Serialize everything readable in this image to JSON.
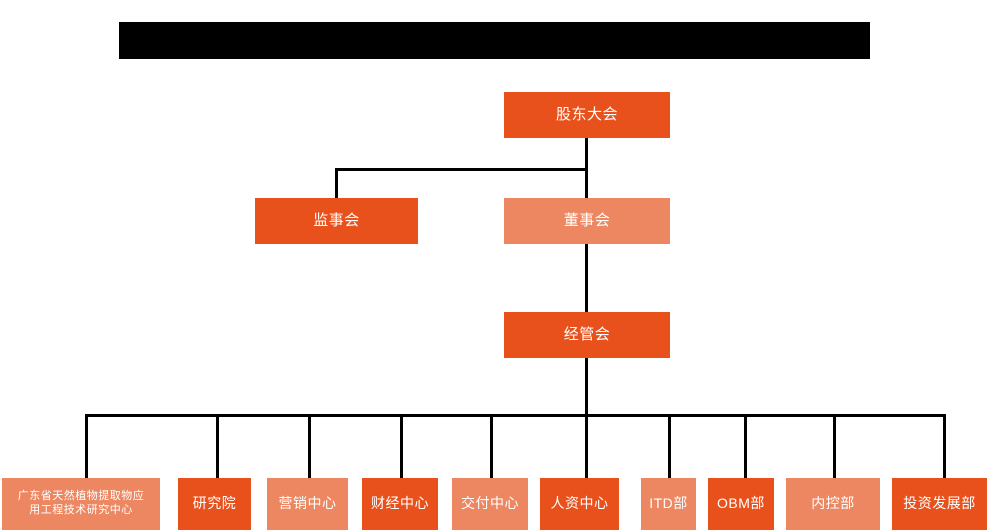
{
  "chart_data": {
    "type": "diagram",
    "title": "",
    "nodes": [
      {
        "id": "shareholders",
        "label": "股东大会",
        "level": 1,
        "style": "dark"
      },
      {
        "id": "supervisors",
        "label": "监事会",
        "level": 2,
        "style": "dark"
      },
      {
        "id": "directors",
        "label": "董事会",
        "level": 2,
        "style": "light"
      },
      {
        "id": "management",
        "label": "经管会",
        "level": 3,
        "style": "dark"
      },
      {
        "id": "dept-1",
        "label": "广东省天然植物提取物应用工程技术研究中心",
        "level": 4,
        "style": "light"
      },
      {
        "id": "dept-2",
        "label": "研究院",
        "level": 4,
        "style": "dark"
      },
      {
        "id": "dept-3",
        "label": "营销中心",
        "level": 4,
        "style": "light"
      },
      {
        "id": "dept-4",
        "label": "财经中心",
        "level": 4,
        "style": "dark"
      },
      {
        "id": "dept-5",
        "label": "交付中心",
        "level": 4,
        "style": "light"
      },
      {
        "id": "dept-6",
        "label": "人资中心",
        "level": 4,
        "style": "dark"
      },
      {
        "id": "dept-7",
        "label": "ITD部",
        "level": 4,
        "style": "light"
      },
      {
        "id": "dept-8",
        "label": "OBM部",
        "level": 4,
        "style": "dark"
      },
      {
        "id": "dept-9",
        "label": "内控部",
        "level": 4,
        "style": "light"
      },
      {
        "id": "dept-10",
        "label": "投资发展部",
        "level": 4,
        "style": "dark"
      }
    ],
    "edges": [
      {
        "from": "shareholders",
        "to": "supervisors"
      },
      {
        "from": "shareholders",
        "to": "directors"
      },
      {
        "from": "directors",
        "to": "management"
      },
      {
        "from": "management",
        "to": "dept-1"
      },
      {
        "from": "management",
        "to": "dept-2"
      },
      {
        "from": "management",
        "to": "dept-3"
      },
      {
        "from": "management",
        "to": "dept-4"
      },
      {
        "from": "management",
        "to": "dept-5"
      },
      {
        "from": "management",
        "to": "dept-6"
      },
      {
        "from": "management",
        "to": "dept-7"
      },
      {
        "from": "management",
        "to": "dept-8"
      },
      {
        "from": "management",
        "to": "dept-9"
      },
      {
        "from": "management",
        "to": "dept-10"
      }
    ]
  },
  "colors": {
    "dark_orange": "#E8511C",
    "light_orange": "#EC8761",
    "connector": "#000000",
    "redaction": "#000000",
    "background": "#ffffff",
    "text": "#ffffff"
  },
  "title_bar": {
    "label": ""
  },
  "nodes": {
    "shareholders": "股东大会",
    "supervisors": "监事会",
    "directors": "董事会",
    "management": "经管会",
    "dept_1": "广东省天然植物提取物应用工程技术研究中心",
    "dept_1_line1": "广东省天然植物提取物应",
    "dept_1_line2": "用工程技术研究中心",
    "dept_2": "研究院",
    "dept_3": "营销中心",
    "dept_4": "财经中心",
    "dept_5": "交付中心",
    "dept_6": "人资中心",
    "dept_7": "ITD部",
    "dept_8": "OBM部",
    "dept_9": "内控部",
    "dept_10": "投资发展部"
  }
}
